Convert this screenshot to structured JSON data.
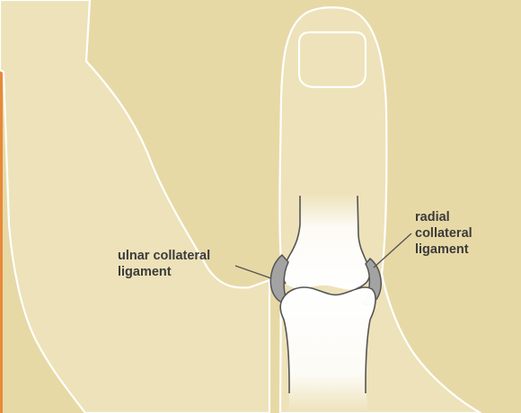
{
  "labels": {
    "ulnar_line1": "ulnar collateral",
    "ulnar_line2": "ligament",
    "radial_line1": "radial",
    "radial_line2": "collateral",
    "radial_line3": "ligament"
  },
  "colors": {
    "background": "#e7d9a6",
    "skin": "#ede2b9",
    "outline": "#ffffff",
    "bone": "#ffffff",
    "bone_outline": "#555555",
    "ligament": "#a3a3a3",
    "ligament_outline": "#555555",
    "border": "#e8893a",
    "label": "#3b3b3b"
  }
}
